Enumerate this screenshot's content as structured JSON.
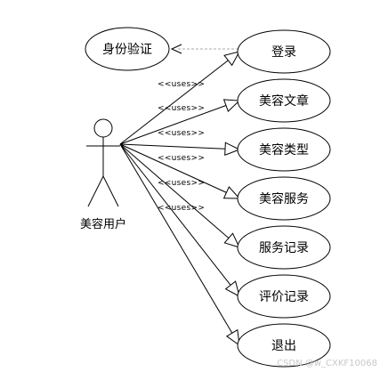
{
  "actor": {
    "label": "美容用户"
  },
  "auth_usecase": {
    "label": "身份验证"
  },
  "usecases": [
    {
      "label": "登录",
      "relation": "<<uses>>"
    },
    {
      "label": "美容文章",
      "relation": "<<uses>>"
    },
    {
      "label": "美容类型",
      "relation": "<<uses>>"
    },
    {
      "label": "美容服务",
      "relation": "<<uses>>"
    },
    {
      "label": "服务记录",
      "relation": "<<uses>>"
    },
    {
      "label": "评价记录",
      "relation": "<<uses>>"
    },
    {
      "label": "退出",
      "relation": ""
    }
  ],
  "watermark": "CSDN @w_CXKF10068",
  "colors": {
    "line": "#000000",
    "dashed_line": "#aaaaaa",
    "background": "#ffffff",
    "watermark": "#c8c8c8"
  }
}
